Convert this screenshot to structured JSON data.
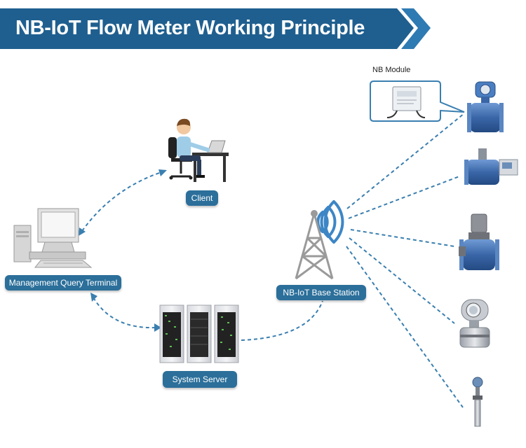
{
  "title": "NB-IoT Flow Meter Working Principle",
  "nodes": {
    "client": "Client",
    "management_terminal": "Management Query Terminal",
    "base_station": "NB-IoT Base Station",
    "system_server": "System Server",
    "nb_module": "NB Module"
  },
  "colors": {
    "banner": "#1f5f8f",
    "label_pill": "#2b6f9a",
    "connector": "#3a7fb0",
    "signal": "#3d86c6",
    "meter_body": "#3f6fb2"
  }
}
